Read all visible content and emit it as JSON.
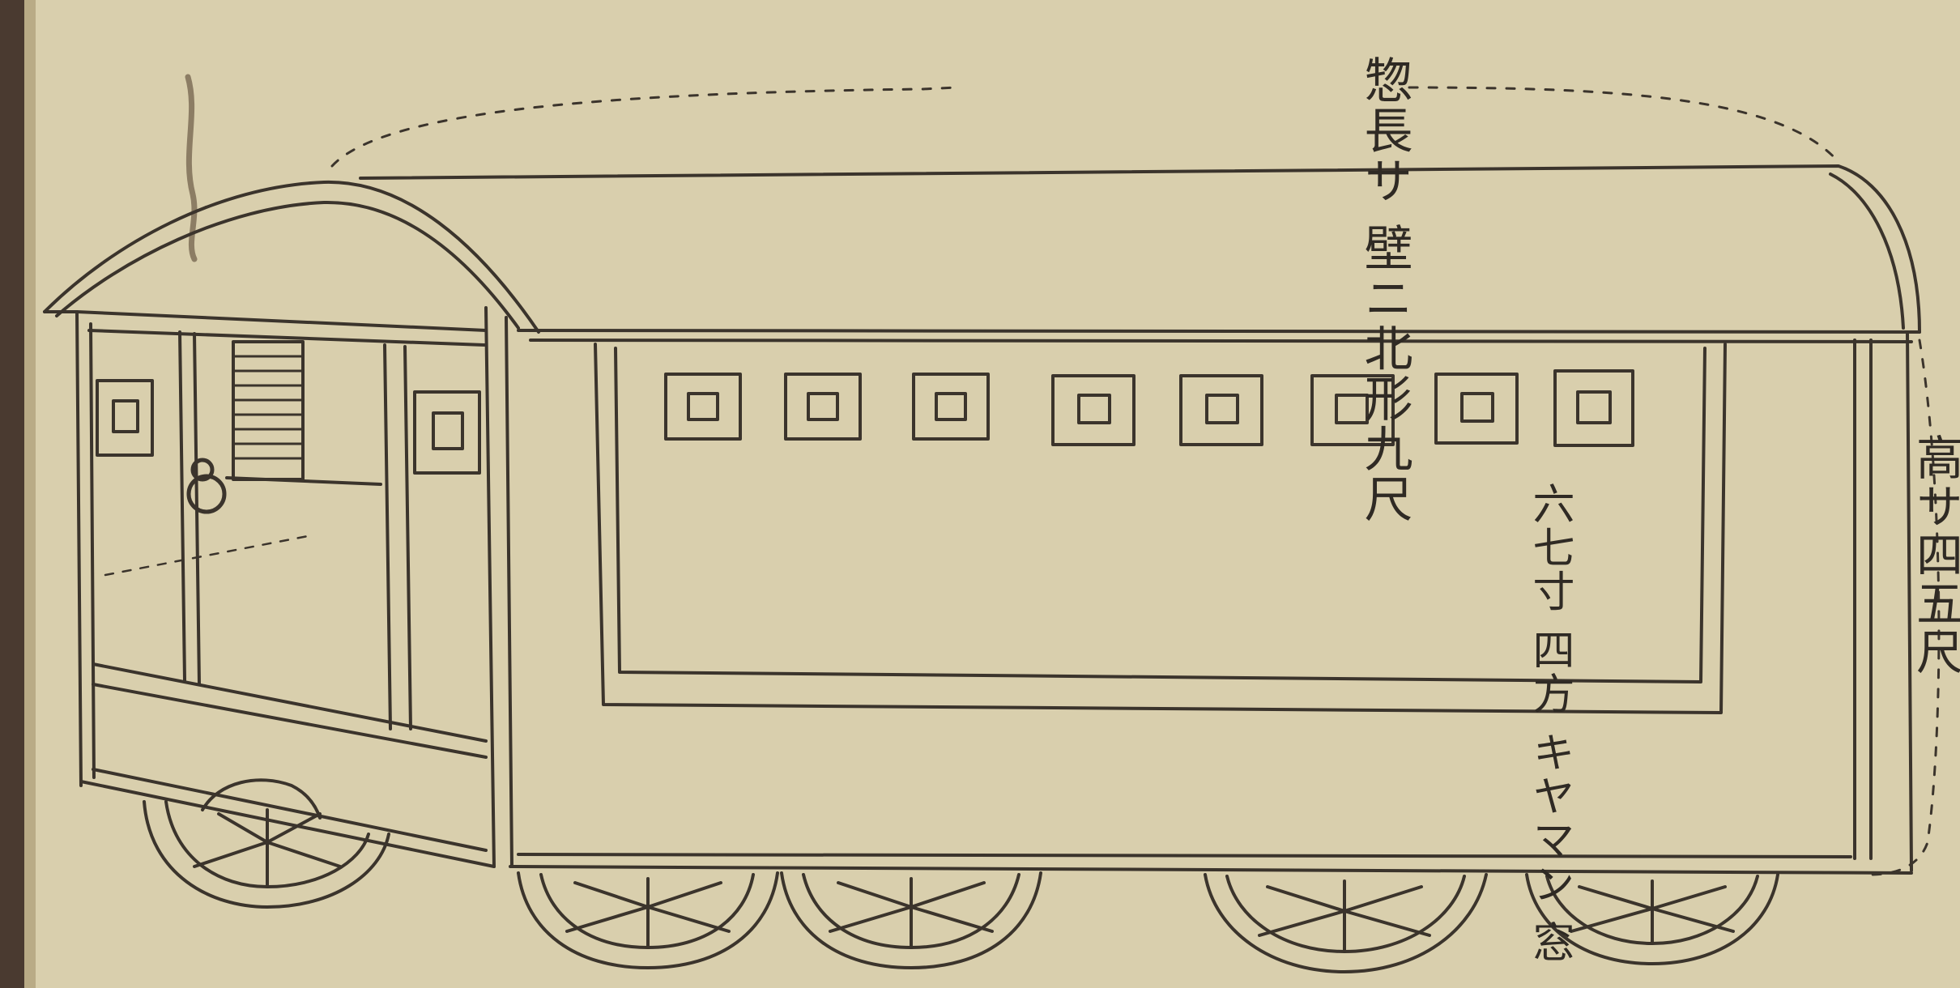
{
  "drawing": {
    "subject": "railway-carriage-side-view",
    "colors": {
      "paper": "#d9cfad",
      "paper_shadow": "#c9bd98",
      "ink": "#3b342c",
      "binding": "#4a3a30"
    }
  },
  "annotations": {
    "length_note": "惣長サ 壁ニ北形九尺",
    "window_note": "六七寸 四方 キヤマン 窓",
    "height_note": "高サ四五尺"
  }
}
